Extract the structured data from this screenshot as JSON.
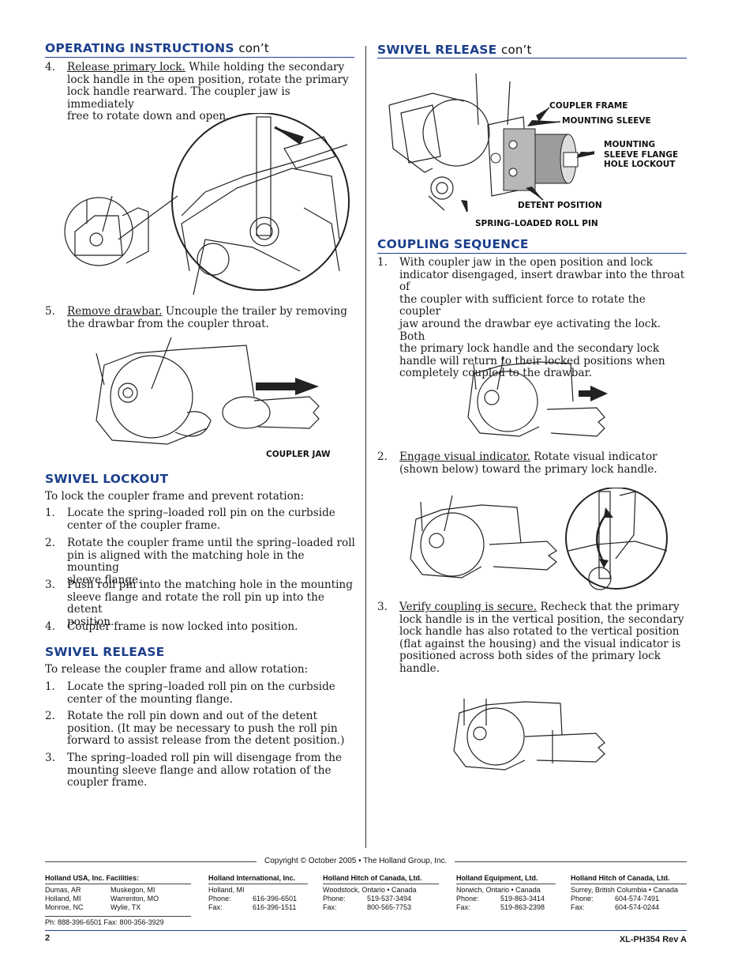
{
  "left_column": {
    "operating": {
      "title": "OPERATING INSTRUCTIONS",
      "title_suffix": "con’t",
      "step4": {
        "num": "4.",
        "underline": "Release primary lock.",
        "text_line1_rest": " While holding the secondary",
        "text_rest": [
          "lock handle in the open position, rotate the primary",
          "lock handle rearward. The coupler jaw is immediately",
          "free to rotate down and open."
        ]
      },
      "step5": {
        "num": "5.",
        "underline": "Remove drawbar.",
        "text_line1_rest": " Uncouple the trailer by removing",
        "text_rest": [
          "the drawbar from the coupler throat."
        ]
      },
      "label_coupler_jaw": "COUPLER JAW"
    },
    "lockout": {
      "title": "SWIVEL LOCKOUT",
      "intro": "To lock the coupler frame and prevent rotation:",
      "steps": [
        {
          "num": "1.",
          "lines": [
            "Locate the spring–loaded roll pin on the curbside",
            "center of the coupler frame."
          ]
        },
        {
          "num": "2.",
          "lines": [
            "Rotate the coupler frame until the spring–loaded roll",
            "pin is aligned with the matching hole in the mounting",
            "sleeve flange."
          ]
        },
        {
          "num": "3.",
          "lines": [
            "Push roll pin into the matching hole in the mounting",
            "sleeve flange and rotate the roll pin up into the detent",
            "position."
          ]
        },
        {
          "num": "4.",
          "lines": [
            "Coupler frame is now locked into position."
          ]
        }
      ]
    },
    "release": {
      "title": "SWIVEL RELEASE",
      "intro": "To release the coupler frame and allow rotation:",
      "steps": [
        {
          "num": "1.",
          "lines": [
            "Locate the spring–loaded roll pin on the curbside",
            "center of the mounting flange."
          ]
        },
        {
          "num": "2.",
          "lines": [
            "Rotate the roll pin down and out of the detent",
            "position. (It may be necessary to push the roll pin",
            "forward to assist release from the detent position.)"
          ]
        },
        {
          "num": "3.",
          "lines": [
            "The spring–loaded roll pin will disengage from the",
            "mounting sleeve flange and allow rotation of the",
            "coupler frame."
          ]
        }
      ]
    }
  },
  "right_column": {
    "release_cont": {
      "title": "SWIVEL RELEASE",
      "title_suffix": "con’t",
      "labels": {
        "coupler_frame": "COUPLER FRAME",
        "mounting_sleeve": "MOUNTING SLEEVE",
        "flange_lockout": [
          "MOUNTING",
          "SLEEVE FLANGE",
          "HOLE LOCKOUT"
        ],
        "detent_position": "DETENT POSITION",
        "roll_pin": "SPRING–LOADED ROLL PIN"
      }
    },
    "coupling": {
      "title": "COUPLING SEQUENCE",
      "step1": {
        "num": "1.",
        "lines": [
          "With coupler jaw in the open position and lock",
          "indicator disengaged, insert drawbar into the throat of",
          "the coupler with sufficient force to rotate the coupler",
          "jaw around the drawbar eye activating the lock. Both",
          "the primary lock handle and the secondary lock",
          "handle will return to their locked positions when",
          "completely coupled to the drawbar."
        ]
      },
      "step2": {
        "num": "2.",
        "underline": "Engage visual indicator.",
        "text_line1_rest": " Rotate visual indicator",
        "text_rest": [
          "(shown below) toward the primary lock handle."
        ]
      },
      "step3": {
        "num": "3.",
        "underline": "Verify coupling is secure.",
        "text_line1_rest": " Recheck that the primary",
        "text_rest": [
          "lock handle is in the vertical position, the secondary",
          "lock handle has also rotated to the vertical position",
          "(flat against the housing) and the visual indicator is",
          "positioned across both sides of the primary lock",
          "handle."
        ]
      }
    }
  },
  "footer": {
    "copyright": "Copyright © October 2005 • The Holland Group, Inc.",
    "usa": {
      "title": "Holland USA, Inc. Facilities:",
      "col1": [
        "Dumas, AR",
        "Holland, MI",
        "Monroe, NC"
      ],
      "col2": [
        "Muskegon, MI",
        "Warrenton, MO",
        "Wylie, TX"
      ],
      "phone_fax": "Ph: 888-396-6501   Fax: 800-356-3929"
    },
    "offices": [
      {
        "title": "Holland International, Inc.",
        "location": "Holland, MI",
        "phone_label": "Phone:",
        "phone": "616-396-6501",
        "fax_label": "Fax:",
        "fax": "616-396-1511"
      },
      {
        "title": "Holland Hitch of Canada, Ltd.",
        "location": "Woodstock, Ontario • Canada",
        "phone_label": "Phone:",
        "phone": "519-537-3494",
        "fax_label": "Fax:",
        "fax": "800-565-7753"
      },
      {
        "title": "Holland Equipment, Ltd.",
        "location": "Norwich, Ontario • Canada",
        "phone_label": "Phone:",
        "phone": "519-863-3414",
        "fax_label": "Fax:",
        "fax": "519-863-2398"
      },
      {
        "title": "Holland Hitch of Canada, Ltd.",
        "location": "Surrey, British Columbia • Canada",
        "phone_label": "Phone:",
        "phone": "604-574-7491",
        "fax_label": "Fax:",
        "fax": "604-574-0244"
      }
    ],
    "page_number": "2",
    "doc_id": "XL-PH354 Rev A"
  }
}
